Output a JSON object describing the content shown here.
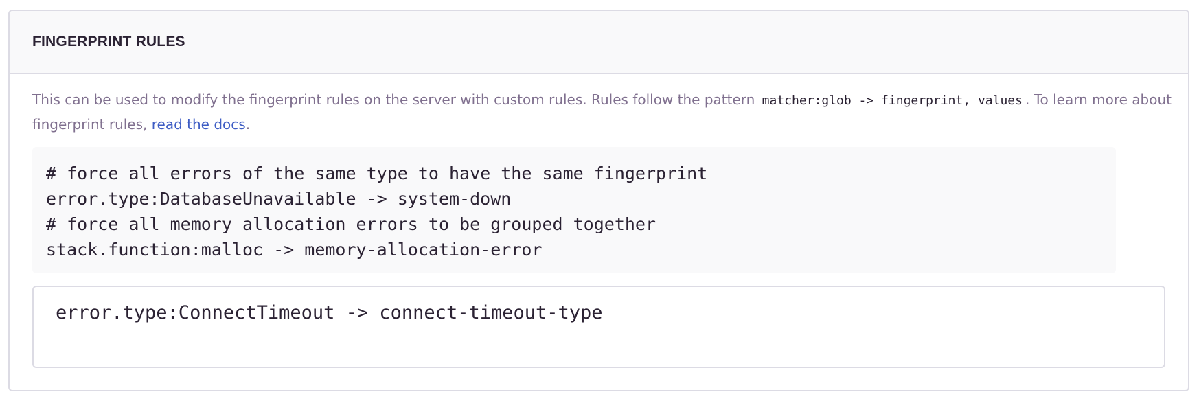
{
  "panel": {
    "title": "FINGERPRINT RULES"
  },
  "help": {
    "text_before": "This can be used to modify the fingerprint rules on the server with custom rules. Rules follow the pattern ",
    "code_pattern": "matcher:glob -> fingerprint, values",
    "text_middle": ". To learn more about fingerprint rules, ",
    "link_label": "read the docs",
    "text_after": "."
  },
  "example": {
    "lines": [
      "# force all errors of the same type to have the same fingerprint",
      "error.type:DatabaseUnavailable -> system-down",
      "# force all memory allocation errors to be grouped together",
      "stack.function:malloc -> memory-allocation-error"
    ]
  },
  "rules_input": {
    "value": "error.type:ConnectTimeout -> connect-timeout-type"
  },
  "colors": {
    "text_primary": "#2b2233",
    "text_muted": "#80708f",
    "link": "#3d5cc4",
    "border": "#dcdbe4",
    "header_bg": "#f9f9fa"
  }
}
